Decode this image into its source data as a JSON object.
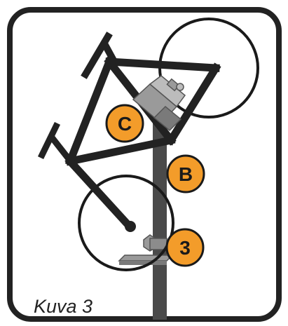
{
  "figure": {
    "caption": "Kuva 3",
    "colors": {
      "frame_border": "#222222",
      "background": "#ffffff",
      "bike_stroke": "#222222",
      "wheel_stroke": "#1a1a1a",
      "stand_pole": "#4a4a4a",
      "clamp": "#9a9a9a",
      "clamp_dark": "#6f6f6f",
      "marker_fill": "#f39c2a",
      "marker_stroke": "#1a1a1a",
      "marker_text": "#1a1a1a"
    },
    "markers": [
      {
        "id": "c",
        "label": "C"
      },
      {
        "id": "b",
        "label": "B"
      },
      {
        "id": "three",
        "label": "3"
      }
    ]
  }
}
